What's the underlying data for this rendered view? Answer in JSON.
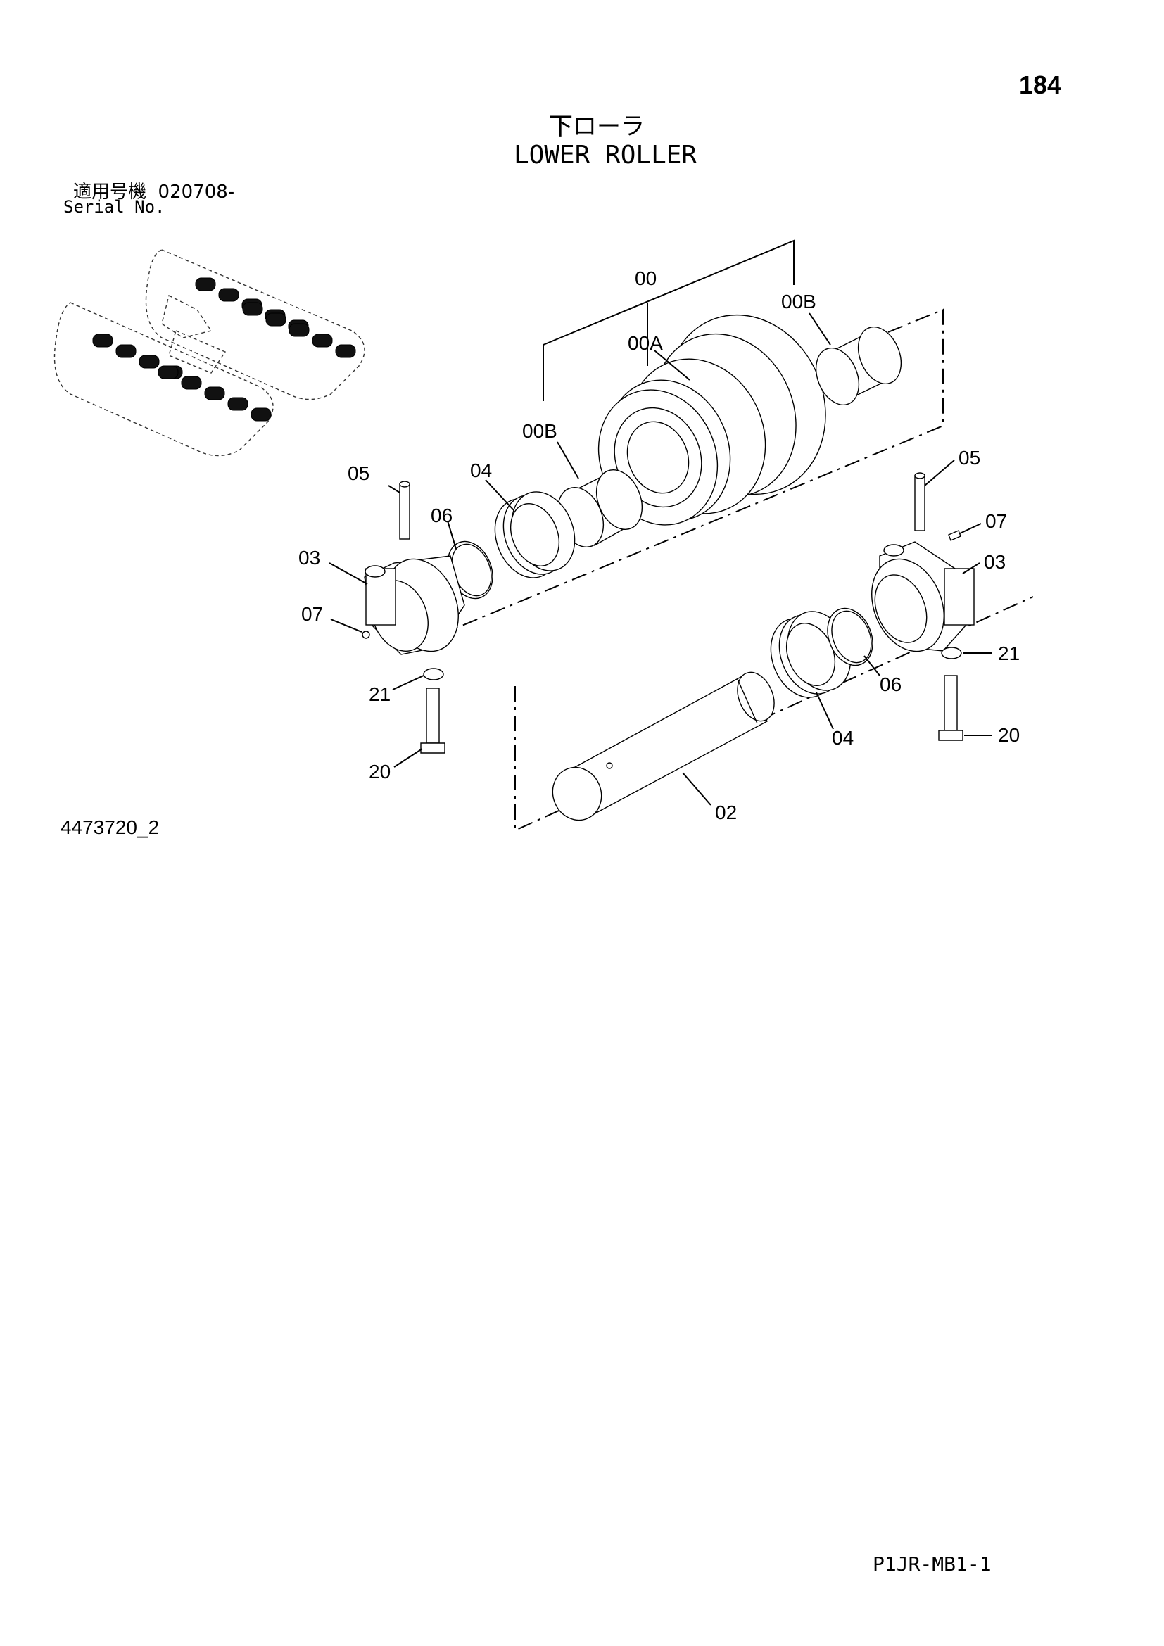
{
  "page_number": "184",
  "title_jp": "下ローラ",
  "title_en": "LOWER ROLLER",
  "serial": {
    "label_jp": "適用号機",
    "value": "020708-",
    "label_en": "Serial No."
  },
  "figure_id": "4473720_2",
  "page_code": "P1JR-MB1-1",
  "callouts": {
    "assy": "00",
    "roller_body": "00A",
    "bushing_right": "00B",
    "bushing_left": "00B",
    "shaft": "02",
    "collar_left": "03",
    "collar_right": "03",
    "seal_left": "04",
    "seal_right": "04",
    "pin_left": "05",
    "pin_right": "05",
    "oring_left": "06",
    "oring_right": "06",
    "plug_left": "07",
    "plug_right": "07",
    "bolt_left": "20",
    "bolt_right": "20",
    "washer_left": "21",
    "washer_right": "21"
  },
  "colors": {
    "ink": "#000000",
    "paper": "#ffffff"
  }
}
